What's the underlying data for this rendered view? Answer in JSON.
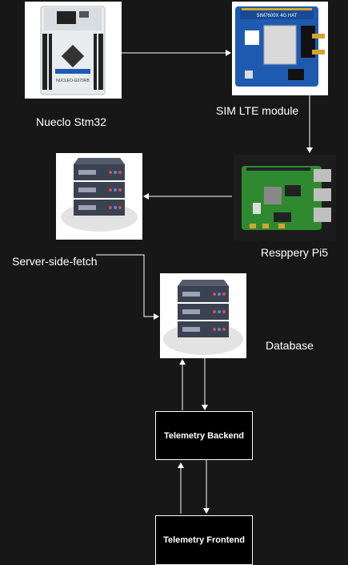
{
  "nodes": {
    "stm32": {
      "label": "Nueclo Stm32",
      "board_text": "NUCLEO-G070RB"
    },
    "sim": {
      "label": "SIM LTE module",
      "board_text": "SIM7600X 4G HAT"
    },
    "pi": {
      "label": "Resppery Pi5"
    },
    "server": {
      "label": "Server-side-fetch"
    },
    "db": {
      "label": "Database"
    },
    "backend": {
      "label": "Telemetry Backend"
    },
    "frontend": {
      "label": "Telemetry Frontend"
    }
  },
  "colors": {
    "background": "#171717",
    "arrow": "#ffffff",
    "pcb_blue": "#1e5bb0",
    "pi_green": "#2f8a2f",
    "server_dark": "#3a4150"
  }
}
